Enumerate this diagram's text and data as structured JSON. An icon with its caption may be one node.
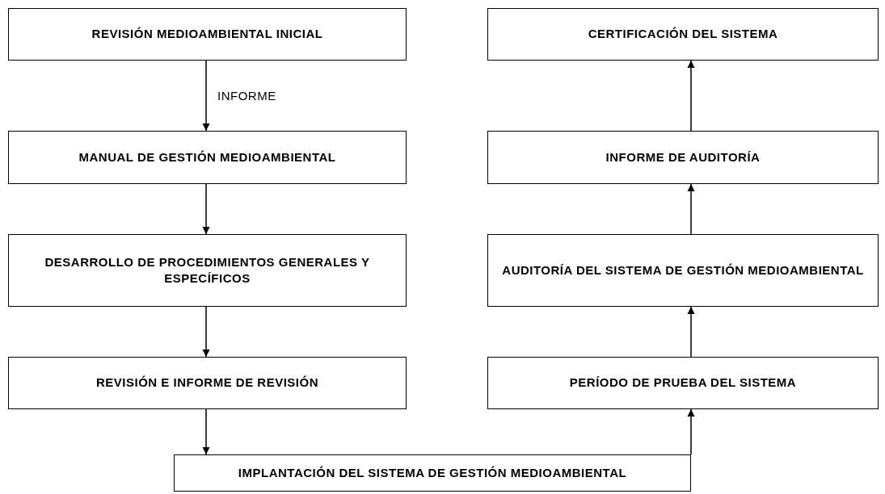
{
  "diagram": {
    "nodes": [
      {
        "text": [
          "REVISIÓN MEDIOAMBIENTAL INICIAL"
        ]
      },
      {
        "text": [
          "MANUAL DE GESTIÓN MEDIOAMBIENTAL"
        ]
      },
      {
        "text": [
          "DESARROLLO DE PROCEDIMIENTOS GENERALES Y ESPECÍFICOS"
        ]
      },
      {
        "text": [
          "REVISIÓN E INFORME DE REVISIÓN"
        ]
      },
      {
        "text": [
          "IMPLANTACIÓN DEL SISTEMA DE GESTIÓN MEDIOAMBIENTAL"
        ]
      },
      {
        "text": [
          "CERTIFICACIÓN DEL SISTEMA"
        ]
      },
      {
        "text": [
          "INFORME DE AUDITORÍA"
        ]
      },
      {
        "text": [
          "AUDITORÍA DEL SISTEMA DE GESTIÓN MEDIOAMBIENTAL"
        ]
      },
      {
        "text": [
          "PERÍODO DE PRUEBA DEL SISTEMA"
        ]
      }
    ],
    "edges": [
      {
        "from": 0,
        "to": 1,
        "arrow": "to",
        "label": "INFORME"
      },
      {
        "from": 1,
        "to": 2,
        "arrow": "to"
      },
      {
        "from": 2,
        "to": 3,
        "arrow": "to"
      },
      {
        "from": 3,
        "to": 4,
        "arrow": "to"
      },
      {
        "from": 4,
        "to": 8,
        "arrow": "to"
      },
      {
        "from": 8,
        "to": 7,
        "arrow": "to"
      },
      {
        "from": 7,
        "to": 6,
        "arrow": "to"
      },
      {
        "from": 6,
        "to": 5,
        "arrow": "to"
      }
    ]
  }
}
